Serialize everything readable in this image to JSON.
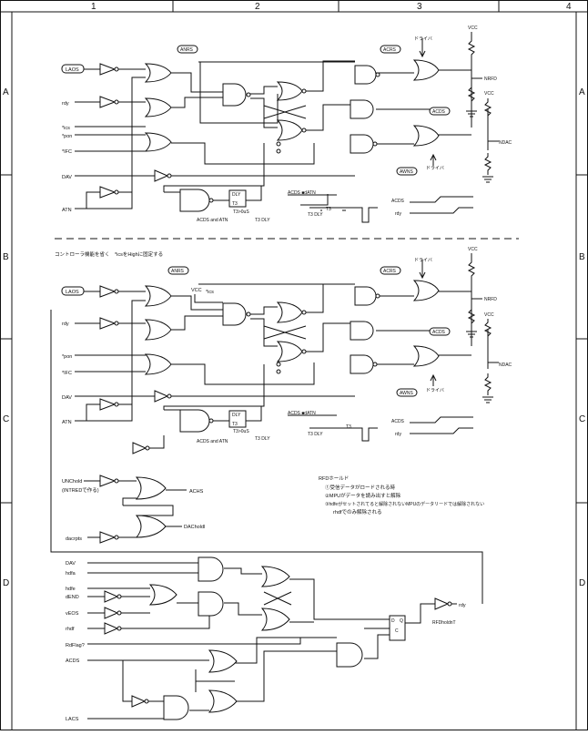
{
  "frame": {
    "columns": [
      "1",
      "2",
      "3",
      "4"
    ],
    "rows": [
      "A",
      "B",
      "C",
      "D"
    ]
  },
  "section_a": {
    "inputs": [
      "LAOS",
      "rdy",
      "*ics",
      "*pon",
      "*IFC",
      "DAV",
      "ATN"
    ],
    "tags": {
      "anrs": "ANRS",
      "acrs": "ACRS",
      "acds": "ACDS",
      "awns": "AWNS"
    },
    "vcc": [
      "VCC",
      "VCC"
    ],
    "outputs": [
      "NRFD",
      "NDAC"
    ],
    "driver": [
      "ドライバ",
      "ドライバ"
    ],
    "dly_box": "DLY",
    "t3_box": "T3",
    "gate_note": "ACDS and ATN",
    "t3_note": "T3>0uS",
    "t3_dly": "T3 DLY",
    "timing": {
      "header": "ACDS ■dATN",
      "t3": "T3",
      "t3dly": "T3 DLY",
      "acds": "ACDS",
      "rdy": "rdy"
    }
  },
  "section_b_note": "コントローラ機能を省く　*icsをHighに固定する",
  "section_b": {
    "inputs": [
      "LAOS",
      "rdy",
      "*pon",
      "*IFC",
      "DAV",
      "ATN"
    ],
    "vcc_ics": [
      "VCC",
      "*ics"
    ],
    "tags": {
      "anrs": "ANRS",
      "acrs": "ACRS",
      "acds": "ACDS",
      "awns": "AWNS"
    },
    "vcc": [
      "VCC",
      "VCC"
    ],
    "outputs": [
      "NRFD",
      "NDAC"
    ],
    "driver": [
      "ドライバ",
      "ドライバ"
    ],
    "dly_box": "DLY",
    "t3_box": "T3",
    "gate_note": "ACDS and ATN",
    "t3_note": "T3>0uS",
    "t3_dly": "T3 DLY",
    "timing": {
      "header": "ACDS ■dATN",
      "t3": "T3",
      "t3dly": "T3 DLY",
      "acds": "ACDS",
      "rdy": "rdy"
    }
  },
  "section_c": {
    "inputs": [
      "UNChold",
      "(INTREDで作る)",
      "dacrpts"
    ],
    "outputs": [
      "ACHS",
      "DACholdl"
    ],
    "note_title": "RFDホールド",
    "note_lines": [
      "①受信データがロードされる時",
      "②MPUがデータを読み出すと解除",
      "③hdfeがセットされてると解除されないMPUのデータリードでは解除されない",
      "rhdfでのみ解除される"
    ]
  },
  "section_d": {
    "inputs": [
      "DAV",
      "hdfa",
      "hdfe",
      "dEND",
      "vEOS",
      "rhdf",
      "RdFlag?",
      "ACDS",
      "LACS"
    ],
    "ff_labels": {
      "d": "D",
      "q": "Q",
      "c": "C"
    },
    "output_label": "RFDholdnT",
    "output": "rdy"
  }
}
